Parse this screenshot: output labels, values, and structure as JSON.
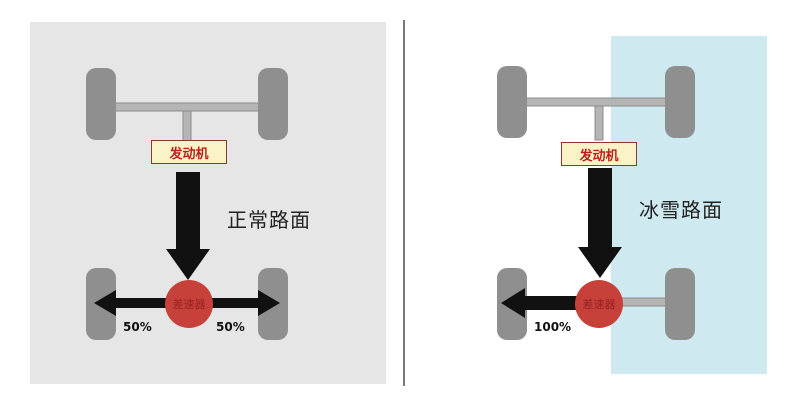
{
  "panels": [
    {
      "engine_label": "发动机",
      "road_label": "正常路面",
      "differential_label": "差速器",
      "left_power": "50%",
      "right_power": "50%",
      "road_color": "#e6e6e6"
    },
    {
      "engine_label": "发动机",
      "road_label": "冰雪路面",
      "differential_label": "差速器",
      "left_power": "100%",
      "road_color": "#cfe9f1"
    }
  ],
  "colors": {
    "tire": "#8f8f8f",
    "axle": "#b5b5b5",
    "arrow": "#111111",
    "differential": "#c8403a"
  }
}
